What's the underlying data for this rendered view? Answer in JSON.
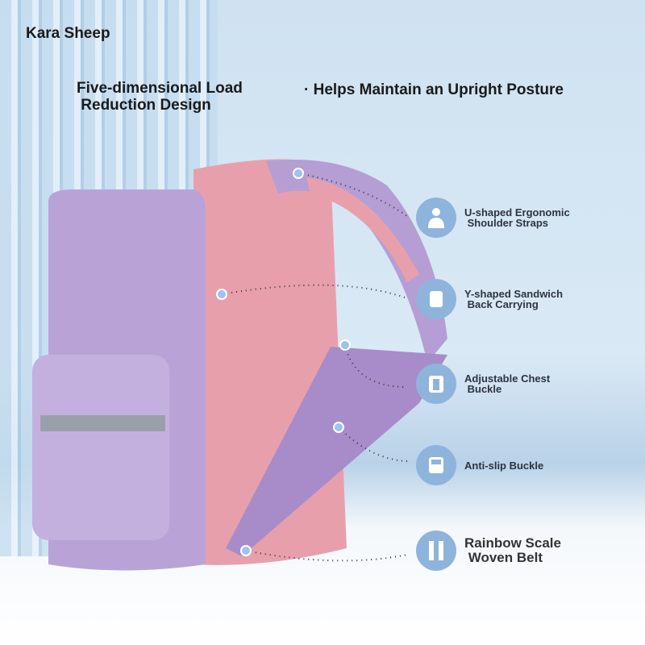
{
  "brand": "Kara Sheep",
  "headline_left": "Five-dimensional Load\n Reduction Design",
  "headline_right": "· Helps Maintain an Upright Posture",
  "features": [
    {
      "icon": "shoulder-person-icon",
      "label": "U-shaped Ergonomic\n Shoulder Straps"
    },
    {
      "icon": "backpack-back-icon",
      "label": "Y-shaped Sandwich\n Back Carrying"
    },
    {
      "icon": "chest-buckle-icon",
      "label": "Adjustable Chest\n Buckle"
    },
    {
      "icon": "buckle-icon",
      "label": "Anti-slip Buckle"
    },
    {
      "icon": "woven-belt-icon",
      "label": "Rainbow Scale\n Woven Belt"
    }
  ],
  "colors": {
    "backpack": "#b9a3d6",
    "accent": "#f0a7b0",
    "icon_bg": "#8eb4dc"
  }
}
